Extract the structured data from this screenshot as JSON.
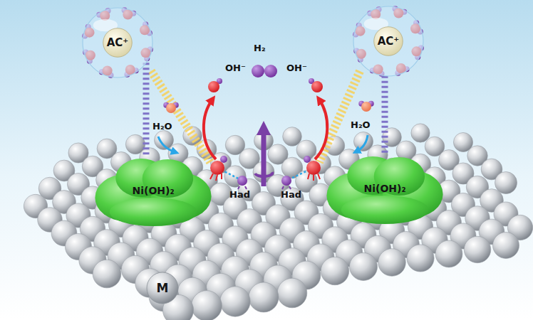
{
  "diagram": {
    "nodes": [
      {
        "text": [
          "AC⁺"
        ]
      },
      {
        "text": [
          "AC⁺"
        ]
      },
      {
        "text": [
          "Ni(OH)₂"
        ]
      },
      {
        "text": [
          "Ni(OH)₂"
        ]
      },
      {
        "text": [
          "M"
        ]
      }
    ],
    "edges": [
      {
        "from": 0,
        "to": 2,
        "arrow": "none"
      },
      {
        "from": 1,
        "to": 3,
        "arrow": "none"
      }
    ],
    "labels": [
      "H₂",
      "OH⁻",
      "OH⁻",
      "H₂O",
      "H₂O",
      "Had",
      "Had"
    ]
  }
}
